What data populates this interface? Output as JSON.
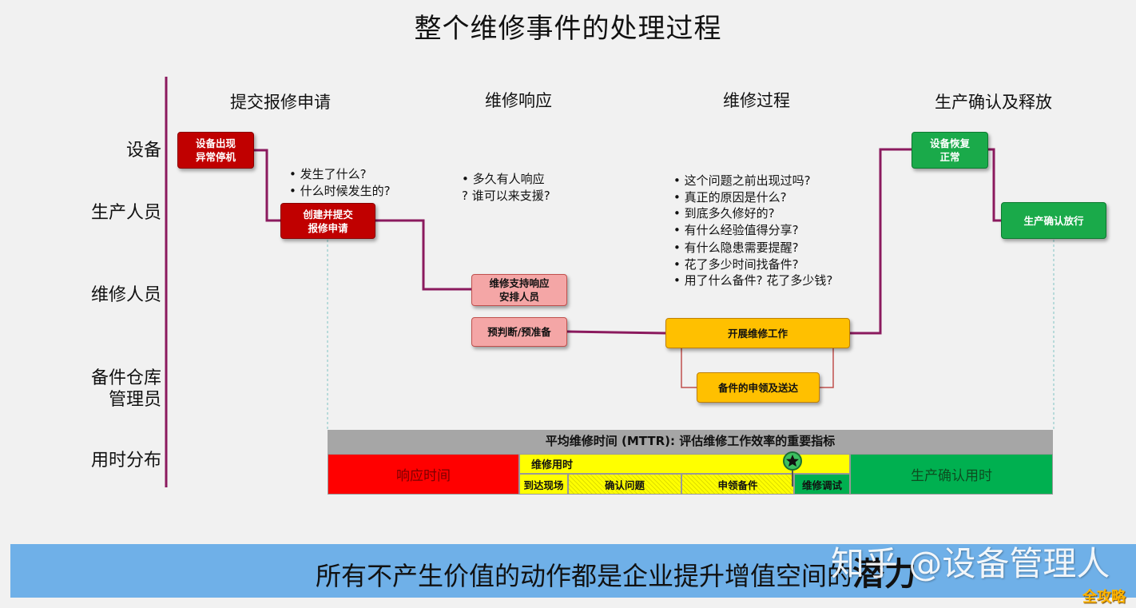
{
  "title": "整个维修事件的处理过程",
  "phases": [
    "提交报修申请",
    "维修响应",
    "维修过程",
    "生产确认及释放"
  ],
  "roles": [
    "设备",
    "生产人员",
    "维修人员",
    "备件仓库\n管理员",
    "用时分布"
  ],
  "boxes": {
    "equipment_fault": "设备出现\n异常停机",
    "create_request": "创建并提交\n报修申请",
    "support_response": "维修支持响应\n安排人员",
    "prejudge": "预判断/预准备",
    "start_repair": "开展维修工作",
    "parts_delivery": "备件的申领及送达",
    "equipment_restored": "设备恢复\n正常",
    "production_release": "生产确认放行"
  },
  "questions": {
    "submit": [
      "• 发生了什么?",
      "• 什么时候发生的?"
    ],
    "response": [
      "• 多久有人响应",
      "? 谁可以来支援?"
    ],
    "process": [
      "• 这个问题之前出现过吗?",
      "• 真正的原因是什么?",
      "• 到底多久修好的?",
      "• 有什么经验值得分享?",
      "• 有什么隐患需要提醒?",
      "• 花了多少时间找备件?",
      "• 用了什么备件? 花了多少钱?"
    ]
  },
  "mttr": {
    "header": "平均维修时间 (MTTR): 评估维修工作效率的重要指标",
    "response_time": "响应时间",
    "repair_time": "维修用时",
    "arrive": "到达现场",
    "confirm": "确认问题",
    "parts": "申领备件",
    "debug": "维修调试",
    "production_confirm_time": "生产确认用时"
  },
  "banner": {
    "text": "所有不产生价值的动作都是企业提升增值空间的",
    "emphasis": "潜力"
  },
  "watermark": {
    "text": "知乎 @设备管理人",
    "corner": "全攻略"
  },
  "colors": {
    "flow_line": "#8b1a5e",
    "red": "#c00000",
    "pink": "#f4a6a6",
    "amber": "#ffc000",
    "green": "#1aaa4a",
    "mttr_red": "#ff0000",
    "mttr_yellow": "#ffff00",
    "mttr_green": "#00b050",
    "banner": "#6fb0e8"
  }
}
